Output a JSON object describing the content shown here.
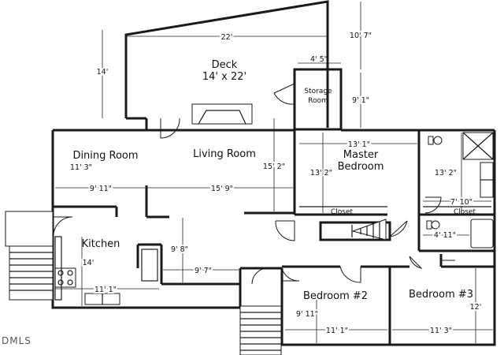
{
  "rooms": {
    "deck": "Deck",
    "deck_size": "14' x 22'",
    "storage_line1": "Storage",
    "storage_line2": "Room",
    "living": "Living Room",
    "dining": "Dining Room",
    "master_line1": "Master",
    "master_line2": "Bedroom",
    "kitchen": "Kitchen",
    "bed2": "Bedroom #2",
    "bed3": "Bedroom #3",
    "closet_master": "Closet",
    "closet_bath": "Closet"
  },
  "dimensions": {
    "deck_width": "22'",
    "deck_depth": "14'",
    "deck_right_top": "10' 7\"",
    "storage_width": "4' 5\"",
    "storage_depth": "9' 1\"",
    "dining_depth": "11' 3\"",
    "dining_width": "9' 11\"",
    "living_width": "15' 9\"",
    "living_depth": "15' 2\"",
    "master_width": "13' 1\"",
    "master_depth": "13' 2\"",
    "bath_depth": "13' 2\"",
    "bath_width": "7' 10\"",
    "hall_bath": "4' 11\"",
    "kitchen_depth": "14'",
    "kitchen_width": "11' 1\"",
    "hall_depth": "9' 8\"",
    "hall_width": "9' 7\"",
    "bed2_depth": "9' 11\"",
    "bed2_width": "11' 1\"",
    "bed3_depth": "12'",
    "bed3_width": "11' 3\""
  },
  "watermark": "DMLS"
}
